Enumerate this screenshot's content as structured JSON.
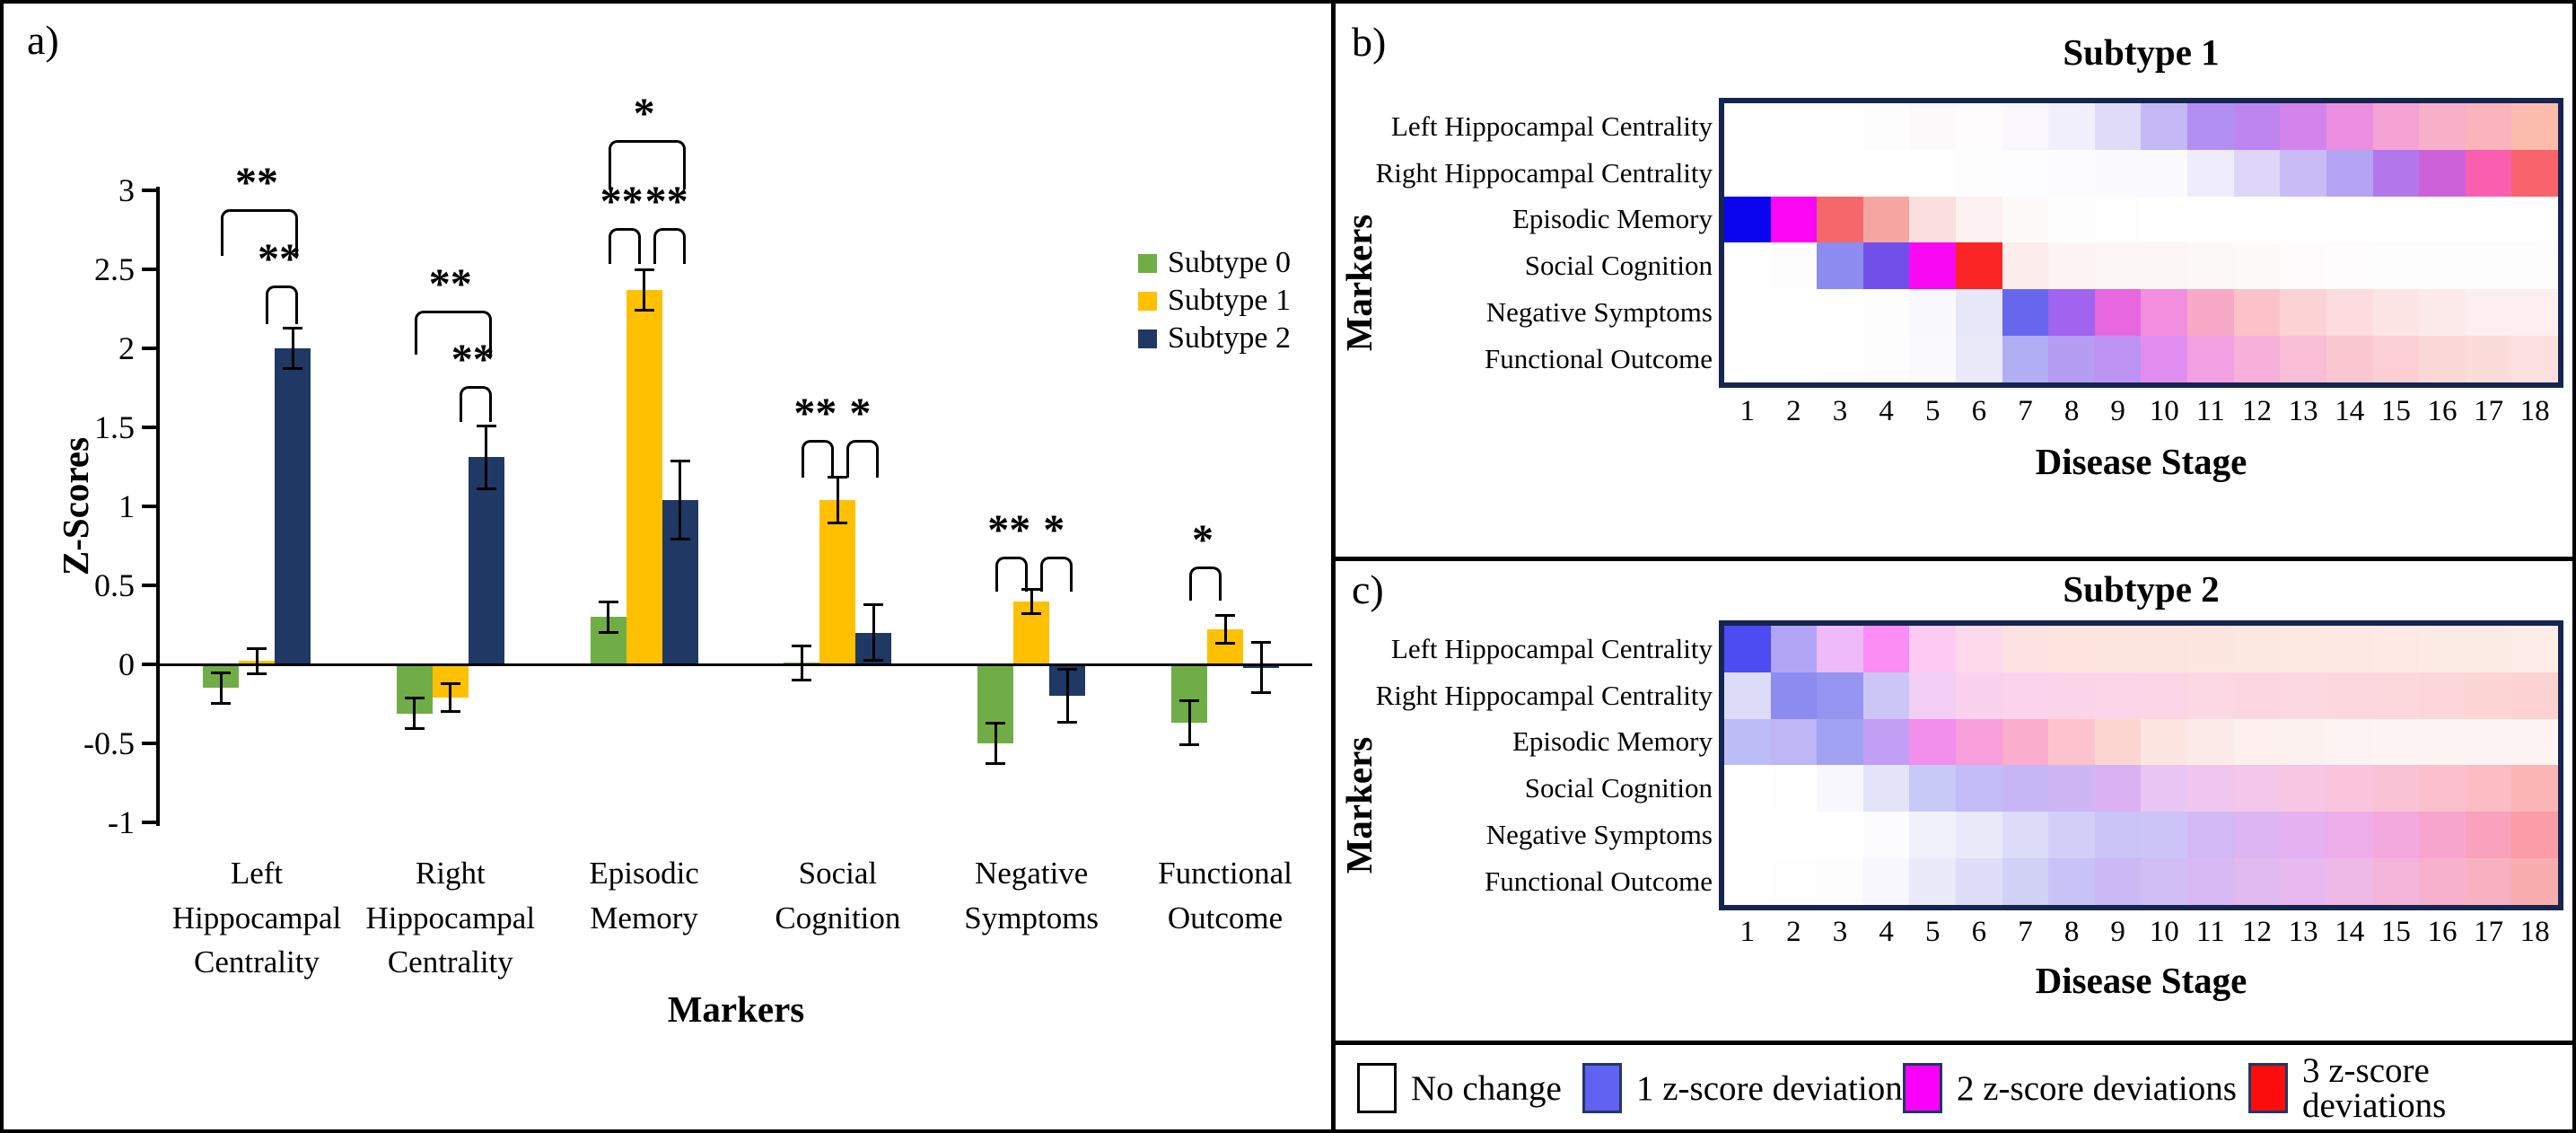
{
  "figure": {
    "panel_a_letter": "a)",
    "panel_b_letter": "b)",
    "panel_c_letter": "c)"
  },
  "chart_data": [
    {
      "type": "bar",
      "panel": "a",
      "title": "",
      "ylabel": "Z-Scores",
      "xlabel": "Markers",
      "ylim": [
        -1,
        3
      ],
      "grid": false,
      "legend_position": "upper right",
      "ytick_labels": [
        "3",
        "2.5",
        "2",
        "1.5",
        "1",
        "0.5",
        "0",
        "-0.5",
        "-1"
      ],
      "yticks": [
        3,
        2.5,
        2,
        1.5,
        1,
        0.5,
        0,
        -0.5,
        -1
      ],
      "categories": [
        [
          "Left",
          "Hippocampal",
          "Centrality"
        ],
        [
          "Right",
          "Hippocampal",
          "Centrality"
        ],
        [
          "Episodic",
          "Memory"
        ],
        [
          "Social",
          "Cognition"
        ],
        [
          "Negative",
          "Symptoms"
        ],
        [
          "Functional",
          "Outcome"
        ]
      ],
      "series": [
        {
          "name": "Subtype 0",
          "color": "#70AD47",
          "values": [
            -0.15,
            -0.31,
            0.3,
            0.01,
            -0.5,
            -0.37
          ],
          "errors": [
            0.1,
            0.1,
            0.1,
            0.11,
            0.13,
            0.14
          ]
        },
        {
          "name": "Subtype 1",
          "color": "#FFC000",
          "values": [
            0.02,
            -0.21,
            2.37,
            1.04,
            0.4,
            0.22
          ],
          "errors": [
            0.08,
            0.09,
            0.13,
            0.15,
            0.08,
            0.09
          ]
        },
        {
          "name": "Subtype 2",
          "color": "#1F3864",
          "values": [
            2.0,
            1.31,
            1.04,
            0.2,
            -0.2,
            -0.02
          ],
          "errors": [
            0.13,
            0.2,
            0.25,
            0.18,
            0.17,
            0.16
          ]
        }
      ],
      "significance": [
        {
          "category": 0,
          "from": 0,
          "to": 2,
          "label": "**",
          "top": 2.88,
          "legs": 2.6
        },
        {
          "category": 0,
          "from": 1,
          "to": 2,
          "label": "**",
          "top": 2.4,
          "legs": 2.17
        },
        {
          "category": 1,
          "from": 0,
          "to": 2,
          "label": "**",
          "top": 2.24,
          "legs": 1.98
        },
        {
          "category": 1,
          "from": 1,
          "to": 2,
          "label": "**",
          "top": 1.76,
          "legs": 1.55
        },
        {
          "category": 2,
          "from": 0,
          "to": 2,
          "label": "*",
          "top": 3.32,
          "legs": 3.02
        },
        {
          "category": 2,
          "from": 0,
          "to": 1,
          "label": "**",
          "top": 2.76,
          "legs": 2.55
        },
        {
          "category": 2,
          "from": 1,
          "to": 2,
          "label": "**",
          "top": 2.76,
          "legs": 2.55
        },
        {
          "category": 3,
          "from": 0,
          "to": 1,
          "label": "**",
          "top": 1.42,
          "legs": 1.2
        },
        {
          "category": 3,
          "from": 1,
          "to": 2,
          "label": "*",
          "top": 1.42,
          "legs": 1.2
        },
        {
          "category": 4,
          "from": 0,
          "to": 1,
          "label": "**",
          "top": 0.68,
          "legs": 0.48
        },
        {
          "category": 4,
          "from": 1,
          "to": 2,
          "label": "*",
          "top": 0.68,
          "legs": 0.48
        },
        {
          "category": 5,
          "from": 0,
          "to": 1,
          "label": "*",
          "top": 0.62,
          "legs": 0.42
        }
      ]
    },
    {
      "type": "heatmap",
      "panel": "b",
      "title": "Subtype 1",
      "xlabel": "Disease Stage",
      "ylabel": "Markers",
      "x": [
        "1",
        "2",
        "3",
        "4",
        "5",
        "6",
        "7",
        "8",
        "9",
        "10",
        "11",
        "12",
        "13",
        "14",
        "15",
        "16",
        "17",
        "18"
      ],
      "rows": [
        "Left Hippocampal Centrality",
        "Right Hippocampal Centrality",
        "Episodic Memory",
        "Social Cognition",
        "Negative Symptoms",
        "Functional Outcome"
      ],
      "cells": [
        [
          "#ffffff",
          "#ffffff",
          "#ffffff",
          "#fefdfd",
          "#fdfafc",
          "#fefcfd",
          "#faf8fe",
          "#f2effc",
          "#e0dbf9",
          "#c5b8f6",
          "#b290f2",
          "#bc85f0",
          "#d284ec",
          "#ec8fe0",
          "#f5a3d4",
          "#f8b0c9",
          "#fab4bb",
          "#fbbcae"
        ],
        [
          "#ffffff",
          "#ffffff",
          "#ffffff",
          "#ffffff",
          "#fffeff",
          "#fefdfe",
          "#fdfcfe",
          "#fcfbfe",
          "#fbfaff",
          "#fbfaff",
          "#efedfb",
          "#ddd6f8",
          "#c9bcf6",
          "#b4a2f2",
          "#b376eb",
          "#cc62da",
          "#f95fae",
          "#f9636b"
        ],
        [
          "#0a04ef",
          "#fb07f5",
          "#f4686c",
          "#f5a6a1",
          "#fbdfdf",
          "#fdf1f1",
          "#fefafa",
          "#fefdfd",
          "#fefefe",
          "#ffffff",
          "#ffffff",
          "#ffffff",
          "#ffffff",
          "#ffffff",
          "#ffffff",
          "#ffffff",
          "#ffffff",
          "#ffffff"
        ],
        [
          "#fefefe",
          "#fdfdfd",
          "#8c8cf1",
          "#7050e9",
          "#fa0af2",
          "#fb2424",
          "#fcecec",
          "#fdf4f4",
          "#fdf6f6",
          "#fdf6f6",
          "#fdf8f8",
          "#fdf9f9",
          "#fdfbfb",
          "#fefcfc",
          "#fefdfd",
          "#fefdfd",
          "#fefdfd",
          "#fefdfd"
        ],
        [
          "#ffffff",
          "#ffffff",
          "#fffeff",
          "#fdfdfe",
          "#f8f8fd",
          "#e7e7fa",
          "#6767ee",
          "#a164ee",
          "#e667e0",
          "#f28ede",
          "#f8a9c6",
          "#fbc2ca",
          "#fcd2d4",
          "#fcdcdd",
          "#fde5e5",
          "#fdebeb",
          "#fdeff0",
          "#fdeef0"
        ],
        [
          "#ffffff",
          "#ffffff",
          "#fffeff",
          "#fdfdfe",
          "#fafafd",
          "#e9e9fa",
          "#b1aef4",
          "#b49df2",
          "#bd93f1",
          "#e18df0",
          "#f3a0e2",
          "#f6b0da",
          "#f9bdd5",
          "#fac7d1",
          "#fbcfd3",
          "#fcd7d8",
          "#fcdbdb",
          "#fcdfdf"
        ]
      ]
    },
    {
      "type": "heatmap",
      "panel": "c",
      "title": "Subtype 2",
      "xlabel": "Disease Stage",
      "ylabel": "Markers",
      "x": [
        "1",
        "2",
        "3",
        "4",
        "5",
        "6",
        "7",
        "8",
        "9",
        "10",
        "11",
        "12",
        "13",
        "14",
        "15",
        "16",
        "17",
        "18"
      ],
      "rows": [
        "Left Hippocampal Centrality",
        "Right Hippocampal Centrality",
        "Episodic Memory",
        "Social Cognition",
        "Negative Symptoms",
        "Functional Outcome"
      ],
      "cells": [
        [
          "#4c4cf2",
          "#b2a4f4",
          "#eebaf8",
          "#fb8df4",
          "#fccaf2",
          "#fcdaec",
          "#fde2e1",
          "#fde4df",
          "#fde5df",
          "#fde5df",
          "#fde6e0",
          "#fde7e1",
          "#fde8e2",
          "#fde9e3",
          "#fdeae4",
          "#fdebe5",
          "#fdebe6",
          "#fdece8"
        ],
        [
          "#dcdcf8",
          "#8c8cf0",
          "#9494f1",
          "#ccc6f6",
          "#f2cef4",
          "#fbd2ee",
          "#fcd3ec",
          "#fcd4ea",
          "#fcd5e8",
          "#fcd6e6",
          "#fcd7e4",
          "#fcd7e2",
          "#fcd8e0",
          "#fcd8de",
          "#fcd7dc",
          "#fcd6d8",
          "#fcd5d4",
          "#fcd3d0"
        ],
        [
          "#bcbcf6",
          "#beb6f5",
          "#a2a2f2",
          "#c29ef4",
          "#f28eec",
          "#f89eda",
          "#faadcd",
          "#fcc3cc",
          "#fcd7d2",
          "#fde6e2",
          "#fdebe9",
          "#fdefee",
          "#fdf1f0",
          "#fdf3f2",
          "#fdf4f3",
          "#fdf5f4",
          "#fdf4f3",
          "#fdf4f3"
        ],
        [
          "#ffffff",
          "#fefeff",
          "#f7f7fd",
          "#e3e3fa",
          "#c9c9f7",
          "#c3bcf6",
          "#c6b6f5",
          "#ceb6f4",
          "#dab2f2",
          "#eac6f4",
          "#f0c6ef",
          "#f4c6ea",
          "#f7c6e3",
          "#f9c4dc",
          "#fac2d5",
          "#fbc0ce",
          "#fbbcc3",
          "#fbb5b5"
        ],
        [
          "#ffffff",
          "#ffffff",
          "#fefeff",
          "#fcfcfe",
          "#f1f1fb",
          "#e9e9fa",
          "#dcdcf8",
          "#d2cef7",
          "#c9c3f6",
          "#ccc4f6",
          "#d3b9f4",
          "#dcb5f2",
          "#e5b1f0",
          "#edade9",
          "#f3a9dd",
          "#f7a5cd",
          "#f9a1bd",
          "#fa9da6"
        ],
        [
          "#ffffff",
          "#fffeff",
          "#fdfdfe",
          "#f7f7fd",
          "#eaeafa",
          "#dedef8",
          "#d2d2f7",
          "#c9c2f6",
          "#cab9f5",
          "#d1bef5",
          "#d8b9f3",
          "#e0b9f1",
          "#e7b9ee",
          "#efb9e6",
          "#f4b5da",
          "#f7b1cd",
          "#f9b1c1",
          "#faadae"
        ]
      ]
    }
  ],
  "deviation_legend": {
    "items": [
      {
        "label": "No change",
        "color": "#ffffff",
        "border": "#000000"
      },
      {
        "label": "1 z-score deviation",
        "color": "#6161f2",
        "border": "#1F3864"
      },
      {
        "label": "2 z-score deviations",
        "color": "#fa00fa",
        "border": "#1F3864"
      },
      {
        "label": "3 z-score deviations",
        "color": "#fb0d0d",
        "border": "#1F3864"
      }
    ]
  }
}
